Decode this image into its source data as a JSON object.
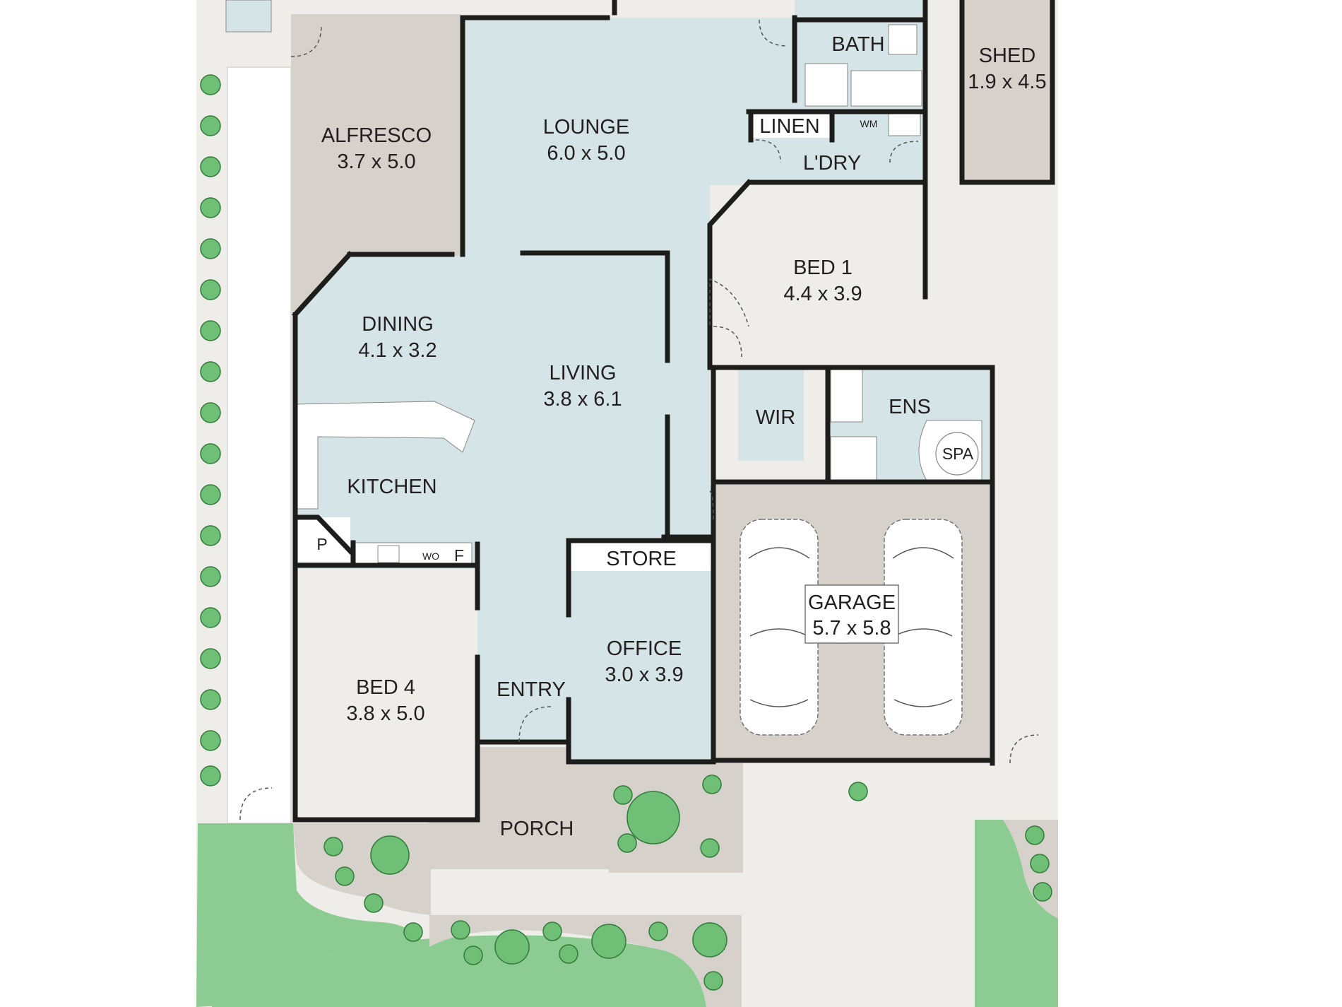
{
  "colors": {
    "interior": "#d5e4e6",
    "outdoor_room": "#d6d1cb",
    "ground": "#efedea",
    "lawn": "#8ccb91",
    "wall": "#1d1d1b"
  },
  "rooms": {
    "alfresco": {
      "name": "ALFRESCO",
      "size": "3.7 x 5.0"
    },
    "lounge": {
      "name": "LOUNGE",
      "size": "6.0 x 5.0"
    },
    "bath": {
      "name": "BATH"
    },
    "shed": {
      "name": "SHED",
      "size": "1.9 x 4.5"
    },
    "linen": {
      "name": "LINEN"
    },
    "laundry": {
      "name": "L'DRY",
      "appliance": "WM"
    },
    "dining": {
      "name": "DINING",
      "size": "4.1 x 3.2"
    },
    "living": {
      "name": "LIVING",
      "size": "3.8 x 6.1"
    },
    "bed1": {
      "name": "BED 1",
      "size": "4.4 x 3.9"
    },
    "wir": {
      "name": "WIR"
    },
    "ens": {
      "name": "ENS",
      "spa": "SPA"
    },
    "kitchen": {
      "name": "KITCHEN",
      "pantry": "P",
      "oven": "WO",
      "fridge": "F"
    },
    "store": {
      "name": "STORE"
    },
    "garage": {
      "name": "GARAGE",
      "size": "5.7 x 5.8"
    },
    "office": {
      "name": "OFFICE",
      "size": "3.0 x 3.9"
    },
    "bed4": {
      "name": "BED 4",
      "size": "3.8 x 5.0"
    },
    "entry": {
      "name": "ENTRY"
    },
    "porch": {
      "name": "PORCH"
    }
  }
}
